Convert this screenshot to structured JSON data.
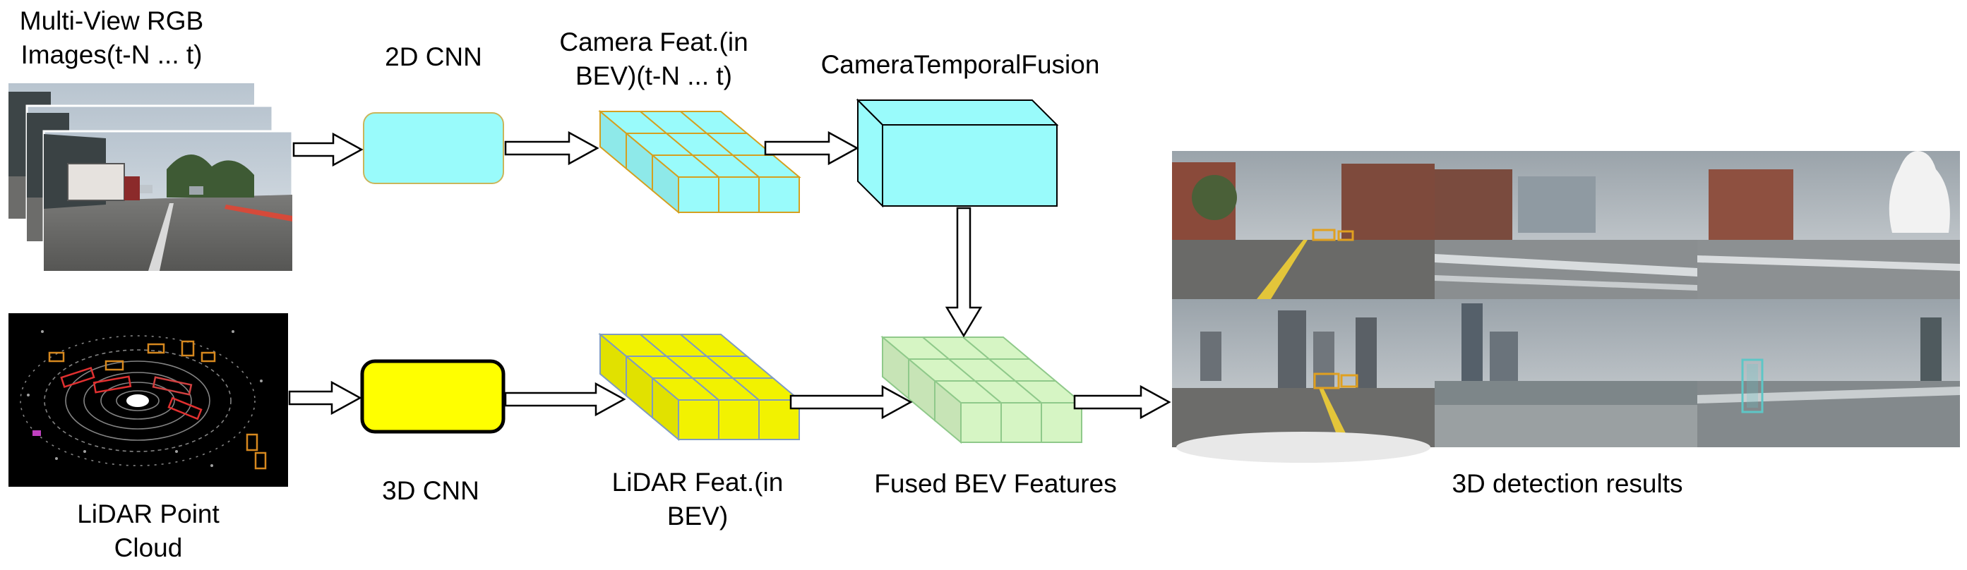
{
  "labels": {
    "rgb_images": [
      "Multi-View RGB",
      "Images(t-N ... t)"
    ],
    "cnn_2d": "2D CNN",
    "camera_feat": [
      "Camera Feat.(in",
      "BEV)(t-N ... t)"
    ],
    "camera_temporal_fusion": "CameraTemporalFusion",
    "lidar_cloud": [
      "LiDAR Point",
      "Cloud"
    ],
    "cnn_3d": "3D CNN",
    "lidar_feat": [
      "LiDAR Feat.(in",
      "BEV)"
    ],
    "fused_bev": "Fused BEV Features",
    "detection_results": "3D detection results"
  },
  "colors": {
    "cnn2d_fill": "#99fbfb",
    "cnn2d_stroke": "#c9b55a",
    "camera_feat_fill": "#99fbfb",
    "camera_feat_stroke": "#d4a020",
    "fusion_fill": "#99fbfb",
    "cnn3d_fill": "#ffff00",
    "lidar_feat_fill": "#f2f200",
    "lidar_feat_stroke": "#7f9bc0",
    "fused_fill": "#d6f5c4",
    "fused_stroke": "#8fc98a",
    "arrow_stroke": "#000000"
  }
}
